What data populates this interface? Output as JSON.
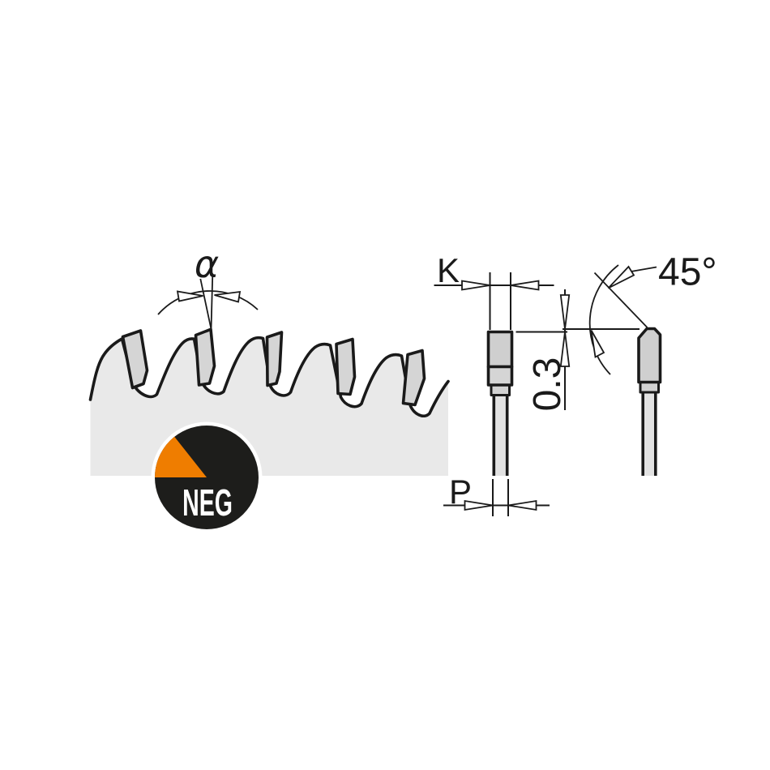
{
  "page": {
    "background": "#FFFFFF"
  },
  "diagram": {
    "labels": {
      "hook_angle": "α",
      "kerf": "K",
      "plate_thickness": "P",
      "height_offset": "0.3",
      "chamfer_angle": "45°",
      "badge": "NEG"
    },
    "colors": {
      "accent_orange": "#EF7D00",
      "badge_black": "#1D1D1B",
      "outline": "#1A1A1A",
      "body_gray": "#E9E9E9",
      "tip_gray": "#D5D5D5",
      "carbide_gray": "#CFCFCF",
      "seat_gray": "#D2D2D2",
      "plate_gray": "#E2E2E2"
    }
  }
}
